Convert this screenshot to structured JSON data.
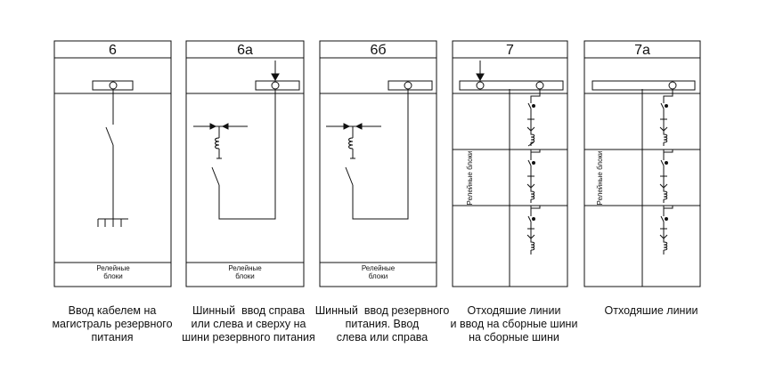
{
  "panels": [
    {
      "number": "6",
      "caption": [
        "Ввод кабелем на",
        "магистраль резервного",
        "питания"
      ],
      "relay_label": [
        "Релейные",
        "блоки"
      ]
    },
    {
      "number": "6а",
      "caption": [
        "Шинный  ввод справа",
        "или слева и сверху на",
        "шини резервного питания"
      ],
      "relay_label": [
        "Релейные",
        "блоки"
      ]
    },
    {
      "number": "6б",
      "caption": [
        "Шинный  ввод резервного",
        "питания. Ввод",
        "слева или справа"
      ],
      "relay_label": [
        "Релейные",
        "блоки"
      ]
    },
    {
      "number": "7",
      "caption": [
        "Отходяшие линии",
        "и ввод на сборные шини",
        "на сборные шини"
      ],
      "relay_label": [
        "Релейные  блоки"
      ]
    },
    {
      "number": "7а",
      "caption": [
        "Отходяшие линии"
      ],
      "relay_label": [
        "Релейные  блоки"
      ]
    }
  ]
}
